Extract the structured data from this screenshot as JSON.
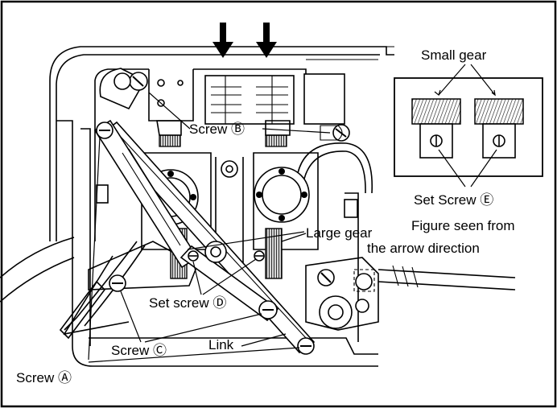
{
  "labels": {
    "small_gear": "Small gear",
    "screw_b": "Screw Ⓑ",
    "large_gear": "Large gear",
    "set_screw_e": "Set Screw Ⓔ",
    "figure_seen_line1": "Figure seen from",
    "figure_seen_line2": "the arrow direction",
    "set_screw_d": "Set screw Ⓓ",
    "screw_c": "Screw Ⓒ",
    "link": "Link",
    "screw_a": "Screw Ⓐ"
  },
  "icons": {
    "arrow": "down-arrow-icon",
    "screw": "screw-icon",
    "gear": "gear-icon"
  },
  "colors": {
    "ink": "#000000",
    "paper": "#ffffff",
    "hatch": "#555555"
  }
}
